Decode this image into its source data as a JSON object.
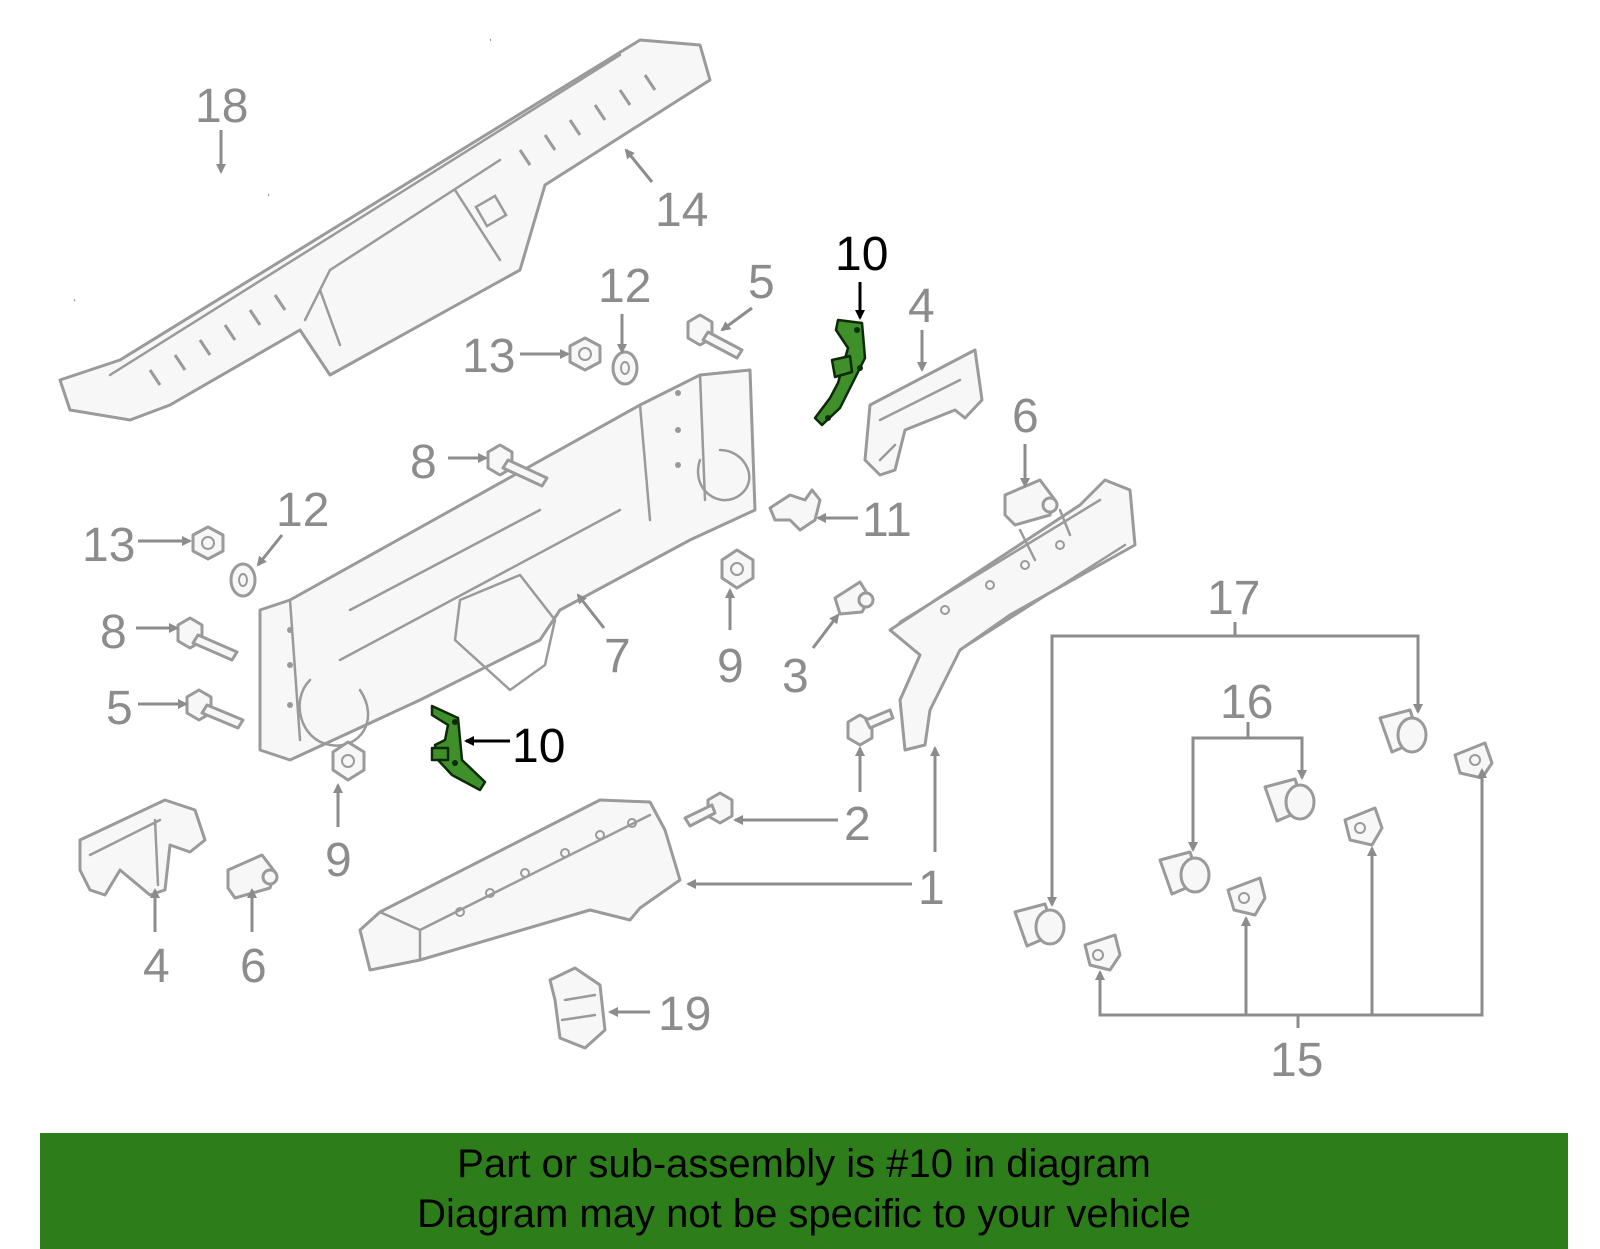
{
  "callouts": {
    "c1": "1",
    "c2": "2",
    "c3": "3",
    "c4a": "4",
    "c4b": "4",
    "c5a": "5",
    "c5b": "5",
    "c6a": "6",
    "c6b": "6",
    "c7": "7",
    "c8a": "8",
    "c8b": "8",
    "c9a": "9",
    "c9b": "9",
    "c10a": "10",
    "c10b": "10",
    "c11": "11",
    "c12a": "12",
    "c12b": "12",
    "c13a": "13",
    "c13b": "13",
    "c14": "14",
    "c15": "15",
    "c16": "16",
    "c17": "17",
    "c18": "18",
    "c19": "19"
  },
  "highlighted_part": "10",
  "banner": {
    "line1": "Part or sub-assembly is #10 in diagram",
    "line2": "Diagram may not be specific to your vehicle"
  },
  "colors": {
    "banner_bg": "#2d7d1b",
    "highlight": "#3f8f2a",
    "line_gray": "#9a9a9a",
    "text_gray": "#8c8c8c"
  }
}
